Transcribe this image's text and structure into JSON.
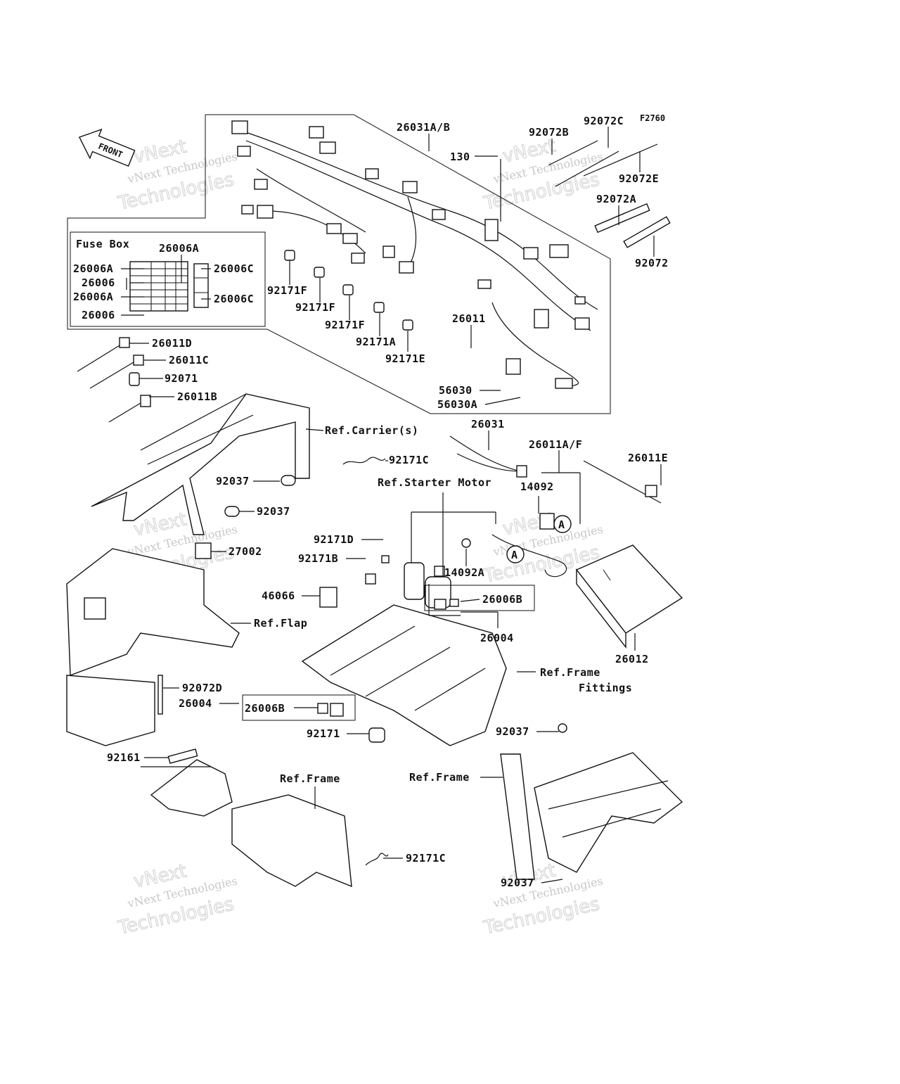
{
  "figure_code": "F2760",
  "front_arrow_label": "FRONT",
  "fuse_box": {
    "title": "Fuse Box",
    "labels": [
      "26006A",
      "26006A",
      "26006",
      "26006A",
      "26006",
      "26006C",
      "26006C"
    ]
  },
  "callouts": [
    {
      "id": "c1",
      "text": "26031A/B"
    },
    {
      "id": "c2",
      "text": "130"
    },
    {
      "id": "c3",
      "text": "92072B"
    },
    {
      "id": "c4",
      "text": "92072C"
    },
    {
      "id": "c5",
      "text": "92072E"
    },
    {
      "id": "c6",
      "text": "92072A"
    },
    {
      "id": "c7",
      "text": "92072"
    },
    {
      "id": "c8",
      "text": "92171F"
    },
    {
      "id": "c9",
      "text": "92171F"
    },
    {
      "id": "c10",
      "text": "92171F"
    },
    {
      "id": "c11",
      "text": "92171A"
    },
    {
      "id": "c12",
      "text": "92171E"
    },
    {
      "id": "c13",
      "text": "26011"
    },
    {
      "id": "c14",
      "text": "56030"
    },
    {
      "id": "c15",
      "text": "56030A"
    },
    {
      "id": "c16",
      "text": "26011D"
    },
    {
      "id": "c17",
      "text": "26011C"
    },
    {
      "id": "c18",
      "text": "92071"
    },
    {
      "id": "c19",
      "text": "26011B"
    },
    {
      "id": "c20",
      "text": "Ref.Carrier(s)"
    },
    {
      "id": "c21",
      "text": "26031"
    },
    {
      "id": "c22",
      "text": "92171C"
    },
    {
      "id": "c23",
      "text": "26011A/F"
    },
    {
      "id": "c24",
      "text": "26011E"
    },
    {
      "id": "c25",
      "text": "92037"
    },
    {
      "id": "c26",
      "text": "Ref.Starter Motor"
    },
    {
      "id": "c27",
      "text": "14092"
    },
    {
      "id": "c28",
      "text": "92037"
    },
    {
      "id": "c29",
      "text": "92171D"
    },
    {
      "id": "c30",
      "text": "92171B"
    },
    {
      "id": "c31",
      "text": "14092A"
    },
    {
      "id": "c32",
      "text": "27002"
    },
    {
      "id": "c33",
      "text": "46066"
    },
    {
      "id": "c34",
      "text": "26006B"
    },
    {
      "id": "c35",
      "text": "Ref.Flap"
    },
    {
      "id": "c36",
      "text": "26004"
    },
    {
      "id": "c37",
      "text": "26012"
    },
    {
      "id": "c38",
      "text": "Ref.Frame"
    },
    {
      "id": "c39",
      "text": "Fittings"
    },
    {
      "id": "c40",
      "text": "92072D"
    },
    {
      "id": "c41",
      "text": "26004"
    },
    {
      "id": "c42",
      "text": "26006B"
    },
    {
      "id": "c43",
      "text": "92171"
    },
    {
      "id": "c44",
      "text": "92037"
    },
    {
      "id": "c45",
      "text": "92161"
    },
    {
      "id": "c46",
      "text": "Ref.Frame"
    },
    {
      "id": "c47",
      "text": "Ref.Frame"
    },
    {
      "id": "c48",
      "text": "92171C"
    },
    {
      "id": "c49",
      "text": "92037"
    }
  ],
  "marker_label": "A",
  "watermark": {
    "line1": "vNext Technologies",
    "line2": "vNext",
    "line3": "Technologies"
  }
}
